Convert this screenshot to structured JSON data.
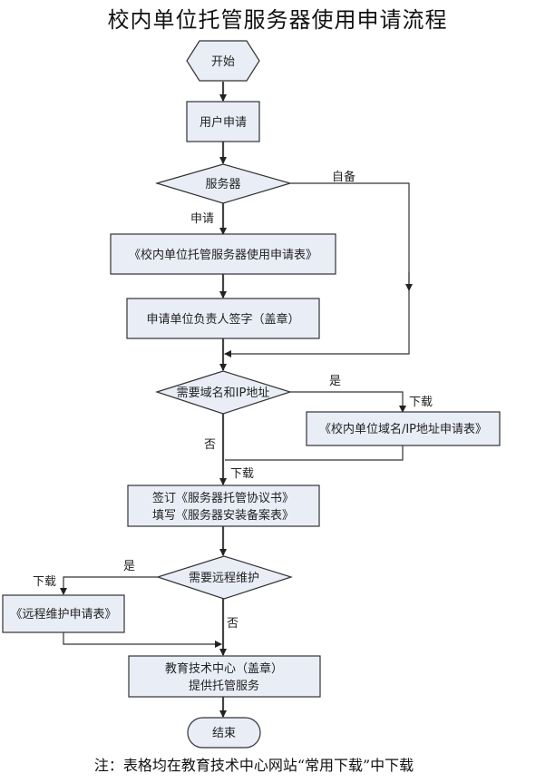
{
  "title": "校内单位托管服务器使用申请流程",
  "nodes": {
    "start": "开始",
    "user_apply": "用户申请",
    "server_decision": "服务器",
    "apply_form": "《校内单位托管服务器使用申请表》",
    "sign": "申请单位负责人签字（盖章）",
    "domain_decision": "需要域名和IP地址",
    "domain_form": "《校内单位域名/IP地址申请表》",
    "agreement_line1": "签订《服务器托管协议书》",
    "agreement_line2": "填写《服务器安装备案表》",
    "remote_decision": "需要远程维护",
    "remote_form": "《远程维护申请表》",
    "center_line1": "教育技术中心（盖章）",
    "center_line2": "提供托管服务",
    "end": "结束"
  },
  "edge_labels": {
    "self_provided": "自备",
    "apply": "申请",
    "domain_yes": "是",
    "domain_download": "下载",
    "domain_no": "否",
    "agreement_download": "下载",
    "remote_yes": "是",
    "remote_download": "下载",
    "remote_no": "否"
  },
  "footnote": "注：表格均在教育技术中心网站“常用下载”中下载",
  "colors": {
    "node_fill": "#e8edf6",
    "stroke": "#333333"
  }
}
